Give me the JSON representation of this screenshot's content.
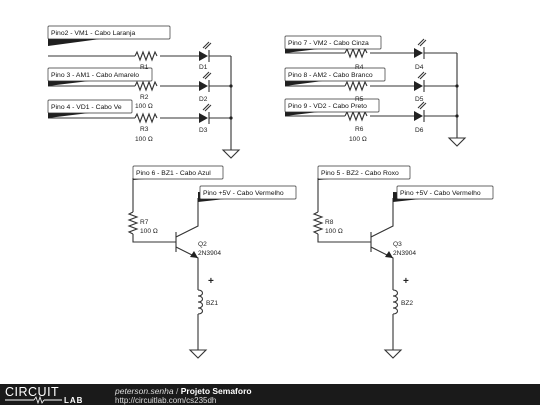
{
  "labels": {
    "l1": "Pino2 - VM1 - Cabo Laranja",
    "l2": "Pino 3 - AM1 - Cabo Amarelo",
    "l3": "Pino 4 - VD1 - Cabo Ve",
    "l4": "Pino 7 - VM2 - Cabo Cinza",
    "l5": "Pino 8 - AM2 - Cabo Branco",
    "l6": "Pino 9 - VD2 - Cabo Preto",
    "l7": "Pino 6 - BZ1 - Cabo Azul",
    "l8": "Pino +5V - Cabo Vermelho",
    "l9": "Pino 5 - BZ2 - Cabo Roxo",
    "l10": "Pino +5V - Cabo Vermelho"
  },
  "parts": {
    "r1": "R1",
    "r2": "R2",
    "r2v": "100 Ω",
    "r3": "R3",
    "r3v": "100 Ω",
    "d1": "D1",
    "d2": "D2",
    "d3": "D3",
    "r4": "R4",
    "r5": "R5",
    "r6": "R6",
    "r6v": "100 Ω",
    "d4": "D4",
    "d5": "D5",
    "d6": "D6",
    "r7": "R7",
    "r7v": "100 Ω",
    "r8": "R8",
    "r8v": "100 Ω",
    "q2": "Q2",
    "q2m": "2N3904",
    "q3": "Q3",
    "q3m": "2N3904",
    "bz1": "BZ1",
    "bz2": "BZ2",
    "plus1": "+",
    "plus2": "+"
  },
  "footer": {
    "logo_top": "CIRCUIT",
    "logo_bottom": "LAB",
    "author": "peterson.senha",
    "separator": "/",
    "project": "Projeto Semaforo",
    "url": "http://circuitlab.com/cs235dh"
  }
}
